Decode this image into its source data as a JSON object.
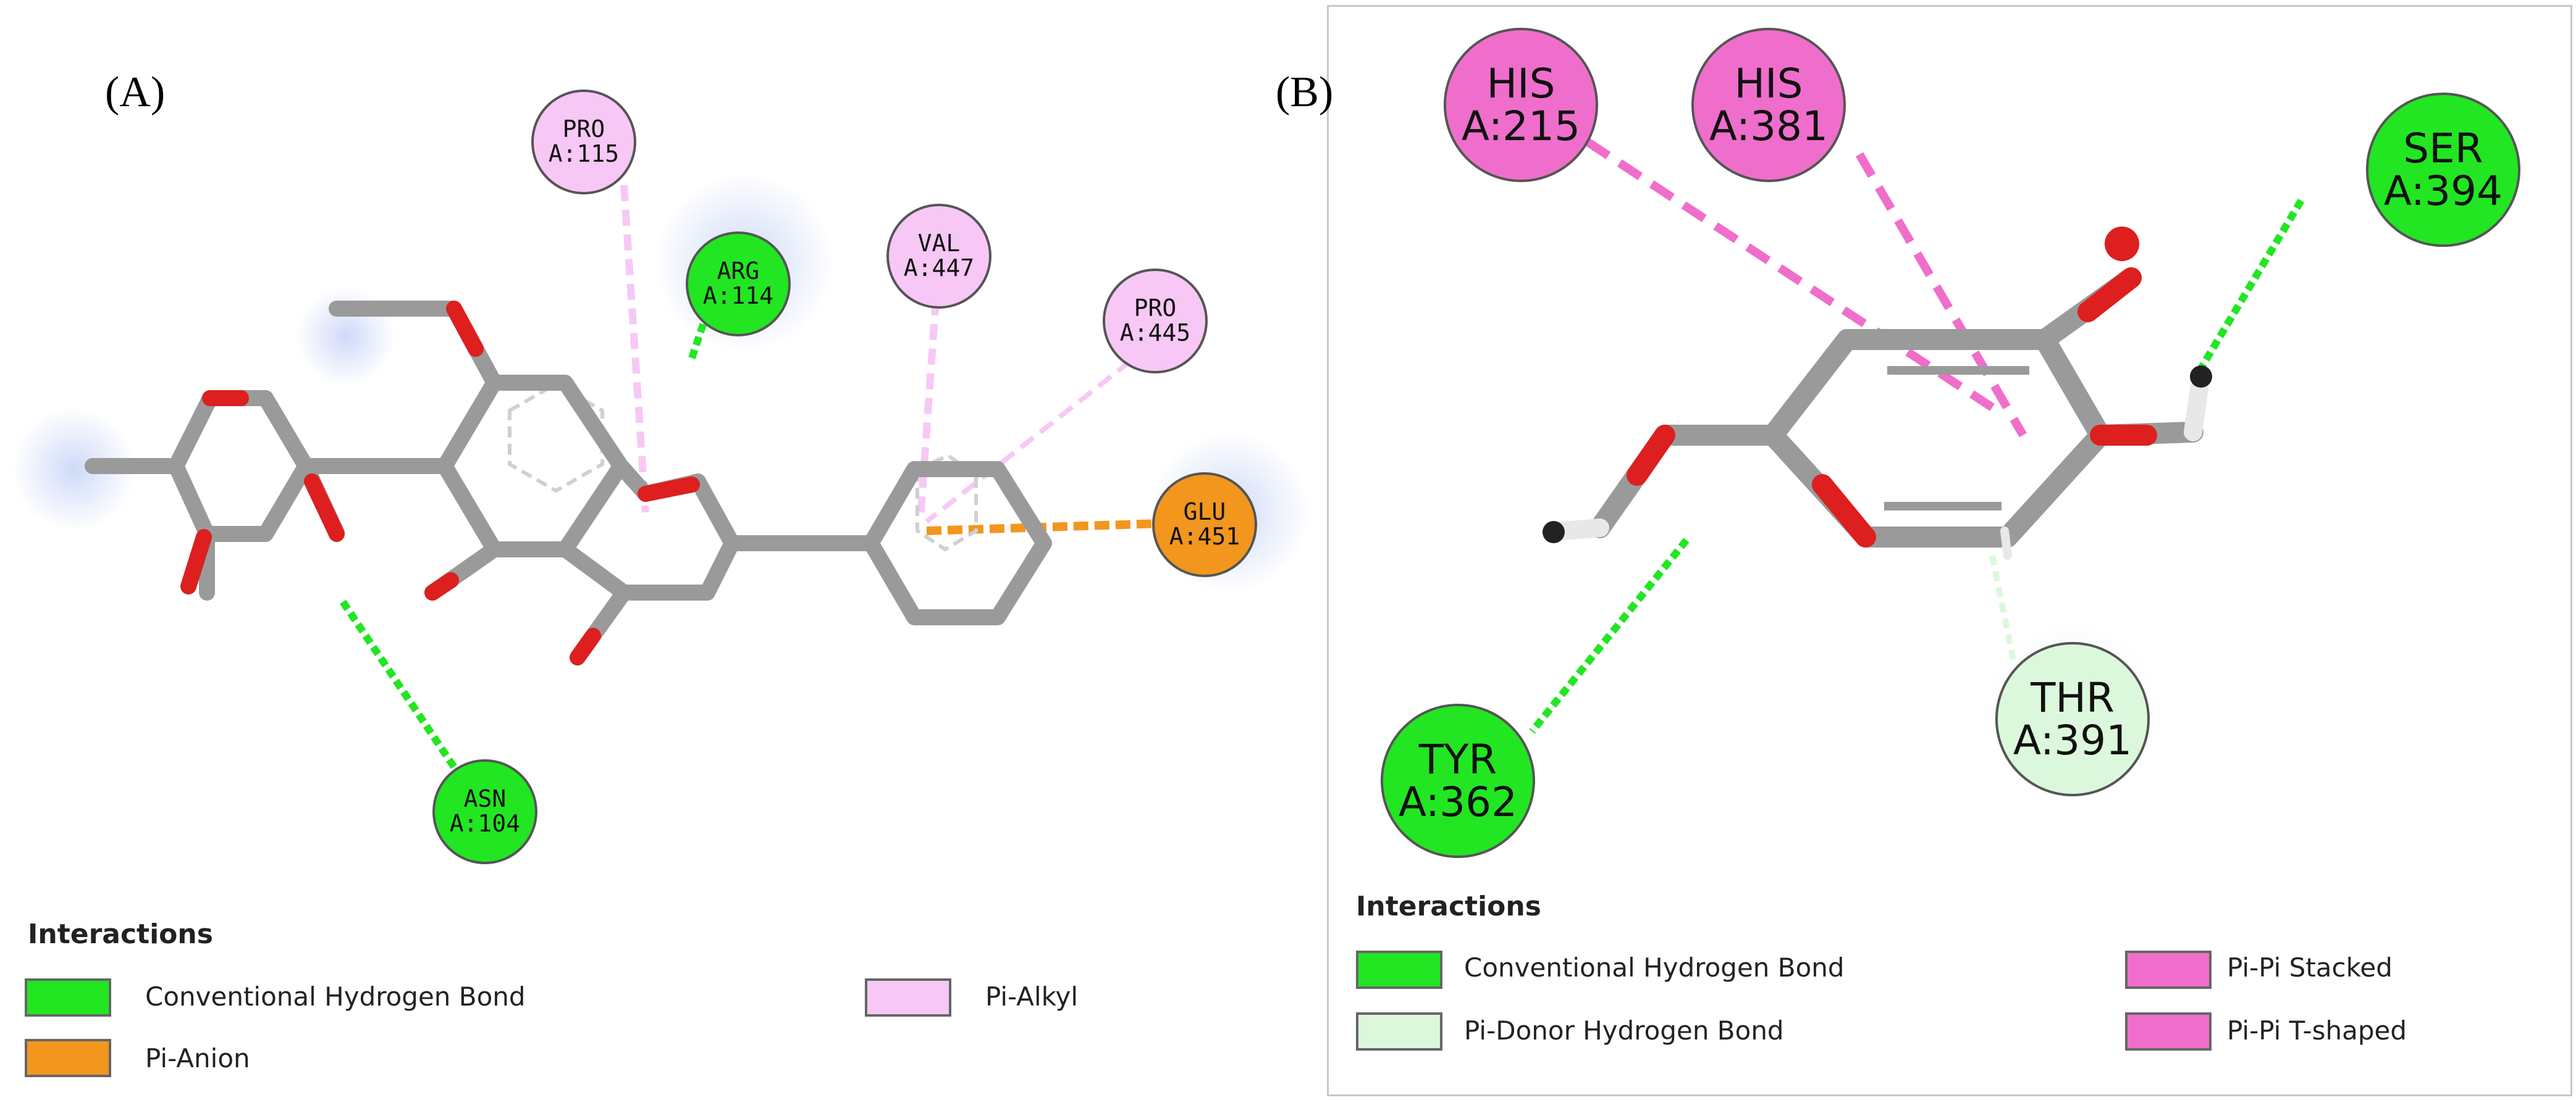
{
  "colors": {
    "conventional_hbond": "#22e622",
    "pi_anion": "#f2961e",
    "pi_alkyl": "#f7c8f5",
    "pi_donor_hbond": "#dcf8dc",
    "pi_pi_stacked": "#f06ecb",
    "pi_pi_tshaped": "#f06ecb",
    "carbon": "#9a9a9a",
    "oxygen": "#dd1f1f",
    "hydrogen": "#e8e8e8"
  },
  "panel_a": {
    "label": "(A)",
    "residues": [
      {
        "name": "PRO",
        "id": "A:115",
        "type": "pi_alkyl"
      },
      {
        "name": "ARG",
        "id": "A:114",
        "type": "conventional_hbond"
      },
      {
        "name": "VAL",
        "id": "A:447",
        "type": "pi_alkyl"
      },
      {
        "name": "PRO",
        "id": "A:445",
        "type": "pi_alkyl"
      },
      {
        "name": "GLU",
        "id": "A:451",
        "type": "pi_anion"
      },
      {
        "name": "ASN",
        "id": "A:104",
        "type": "conventional_hbond"
      }
    ],
    "legend": {
      "title": "Interactions",
      "items": [
        {
          "label": "Conventional Hydrogen Bond",
          "type": "conventional_hbond"
        },
        {
          "label": "Pi-Anion",
          "type": "pi_anion"
        },
        {
          "label": "Pi-Alkyl",
          "type": "pi_alkyl"
        }
      ]
    }
  },
  "panel_b": {
    "label": "(B)",
    "residues": [
      {
        "name": "HIS",
        "id": "A:215",
        "type": "pi_pi_stacked"
      },
      {
        "name": "HIS",
        "id": "A:381",
        "type": "pi_pi_stacked"
      },
      {
        "name": "SER",
        "id": "A:394",
        "type": "conventional_hbond"
      },
      {
        "name": "TYR",
        "id": "A:362",
        "type": "conventional_hbond"
      },
      {
        "name": "THR",
        "id": "A:391",
        "type": "pi_donor_hbond"
      }
    ],
    "legend": {
      "title": "Interactions",
      "items": [
        {
          "label": "Conventional Hydrogen Bond",
          "type": "conventional_hbond"
        },
        {
          "label": "Pi-Donor Hydrogen Bond",
          "type": "pi_donor_hbond"
        },
        {
          "label": "Pi-Pi Stacked",
          "type": "pi_pi_stacked"
        },
        {
          "label": "Pi-Pi T-shaped",
          "type": "pi_pi_tshaped"
        }
      ]
    }
  }
}
